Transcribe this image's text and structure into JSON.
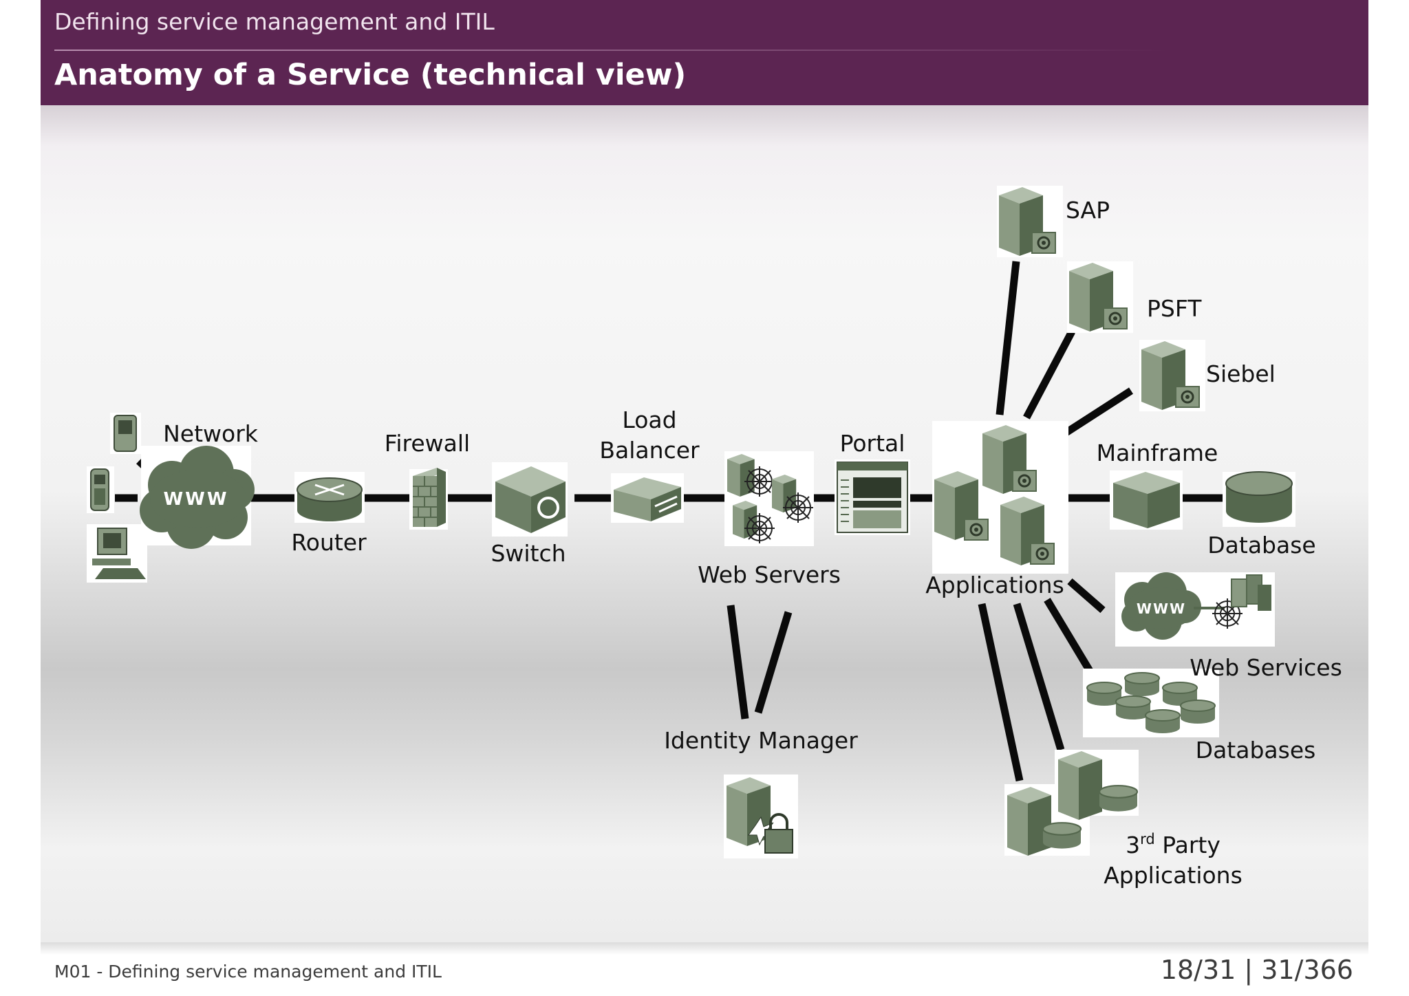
{
  "header": {
    "subject": "Defining service management and ITIL",
    "title": "Anatomy of a Service (technical view)"
  },
  "footer": {
    "module": "M01 - Defining service management and ITIL",
    "page": "18/31 | 31/366"
  },
  "diagram": {
    "www_label": "WWW",
    "nodes": {
      "network": "Network",
      "router": "Router",
      "firewall": "Firewall",
      "switch": "Switch",
      "load_balancer_line1": "Load",
      "load_balancer_line2": "Balancer",
      "web_servers": "Web Servers",
      "portal": "Portal",
      "identity_manager": "Identity Manager",
      "applications": "Applications",
      "mainframe": "Mainframe",
      "database": "Database",
      "sap": "SAP",
      "psft": "PSFT",
      "siebel": "Siebel",
      "web_services": "Web Services",
      "databases": "Databases",
      "third_party_num": "3",
      "third_party_sup": "rd",
      "third_party_rest": " Party",
      "third_party_line2": "Applications"
    }
  },
  "colors": {
    "header": "#5c2552",
    "icon_face": "#8a9a82",
    "icon_side": "#55684e",
    "icon_top": "#b1beab"
  }
}
